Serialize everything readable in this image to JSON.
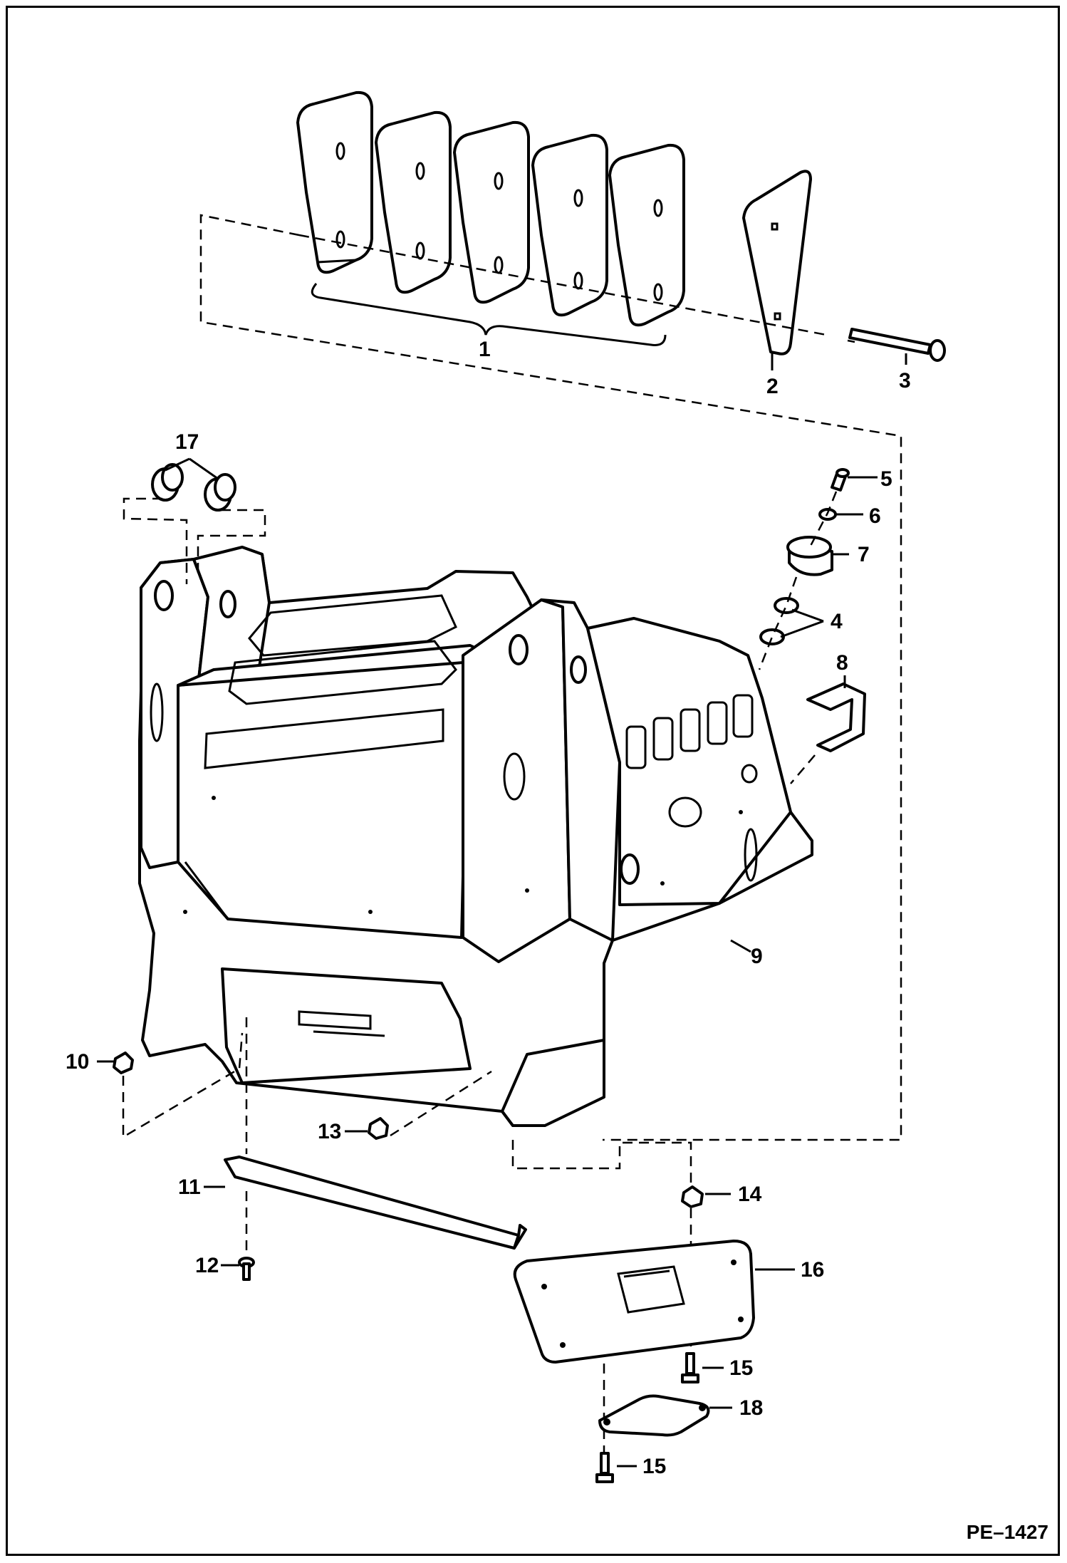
{
  "callouts": {
    "c1": "1",
    "c2": "2",
    "c3": "3",
    "c4": "4",
    "c5": "5",
    "c6": "6",
    "c7": "7",
    "c8": "8",
    "c9": "9",
    "c10": "10",
    "c11": "11",
    "c12": "12",
    "c13": "13",
    "c14": "14",
    "c15a": "15",
    "c15b": "15",
    "c16": "16",
    "c17": "17",
    "c18": "18"
  },
  "figure_ref": "PE–1427"
}
